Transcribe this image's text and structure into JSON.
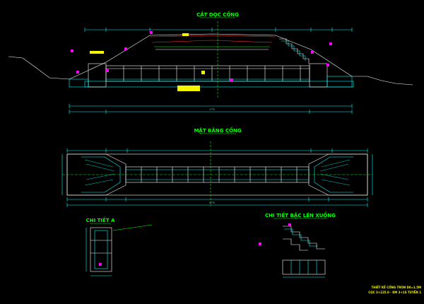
{
  "titles": {
    "section": "CẮT DỌC CỐNG",
    "plan": "MẶT BẰNG CỐNG",
    "detail_a": "CHI TIẾT A",
    "detail_steps": "CHI TIẾT BẬC LÊN XUỐNG"
  },
  "title_block": {
    "line1": "THIẾT KẾ CỐNG TRÒN D0=1.5M",
    "line2": "CỌC 3+125.0 - KM 3+1S TUYẾN 1"
  },
  "dimensions": {
    "overall_section": "1775",
    "overall_plan": "1775"
  },
  "colors": {
    "background": "#000000",
    "cyan": "#00ffff",
    "green": "#00ff00",
    "yellow": "#f5f500",
    "magenta": "#ff00ff",
    "white": "#ffffff",
    "red": "#ff3030"
  }
}
